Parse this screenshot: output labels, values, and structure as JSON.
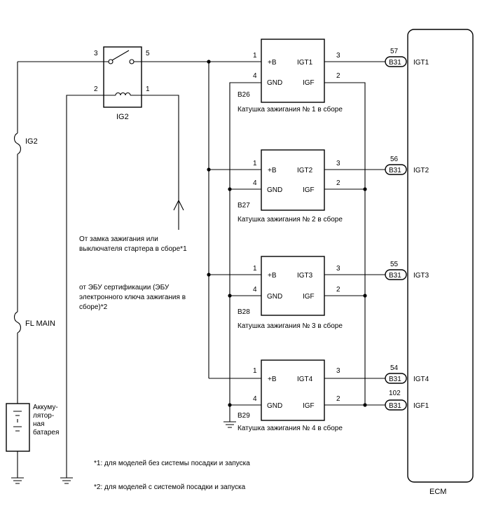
{
  "ecm": {
    "label": "ECM"
  },
  "relay": {
    "label": "IG2",
    "pins": {
      "p3": "3",
      "p5": "5",
      "p2": "2",
      "p1": "1"
    }
  },
  "fuses": {
    "ig2": "IG2",
    "fl_main": "FL MAIN"
  },
  "battery": {
    "line1": "Аккуму-",
    "line2": "лятор-",
    "line3": "ная",
    "line4": "батарея"
  },
  "sources": {
    "s1_line1": "От замка зажигания или",
    "s1_line2": "выключателя стартера в сборе*1",
    "s2_line1": "от ЭБУ сертификации (ЭБУ",
    "s2_line2": "электронного ключа зажигания в",
    "s2_line3": "сборе)*2"
  },
  "coil_common": {
    "pin_b": "1",
    "pin_gnd": "4",
    "pin_igt": "3",
    "pin_igf": "2",
    "b_label": "+B",
    "gnd_label": "GND",
    "igf_label": "IGF"
  },
  "coils": [
    {
      "igt_label": "IGT1",
      "connector": "B26",
      "caption": "Катушка зажигания № 1 в сборе"
    },
    {
      "igt_label": "IGT2",
      "connector": "B27",
      "caption": "Катушка зажигания № 2 в сборе"
    },
    {
      "igt_label": "IGT3",
      "connector": "B28",
      "caption": "Катушка зажигания № 3 в сборе"
    },
    {
      "igt_label": "IGT4",
      "connector": "B29",
      "caption": "Катушка зажигания № 4 в сборе"
    }
  ],
  "ecm_pins": [
    {
      "pin": "57",
      "connector": "B31",
      "signal": "IGT1"
    },
    {
      "pin": "56",
      "connector": "B31",
      "signal": "IGT2"
    },
    {
      "pin": "55",
      "connector": "B31",
      "signal": "IGT3"
    },
    {
      "pin": "54",
      "connector": "B31",
      "signal": "IGT4"
    },
    {
      "pin": "102",
      "connector": "B31",
      "signal": "IGF1"
    }
  ],
  "footnotes": {
    "n1": "*1: для моделей без системы посадки и запуска",
    "n2": "*2: для моделей с системой посадки и запуска"
  }
}
